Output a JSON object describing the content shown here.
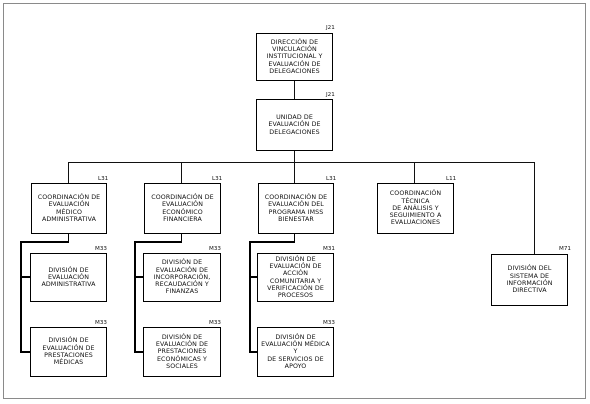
{
  "boxes": {
    "direccion": {
      "code": "J21",
      "label": "DIRECCIÓN DE\nVINCULACIÓN\nINSTITUCIONAL Y\nEVALUACIÓN DE\nDELEGACIONES"
    },
    "unidad": {
      "code": "J21",
      "label": "UNIDAD DE\nEVALUACIÓN DE\nDELEGACIONES"
    },
    "coord_admin": {
      "code": "L31",
      "label": "COORDINACIÓN DE\nEVALUACIÓN MÉDICO\nADMINISTRATIVA"
    },
    "coord_econ": {
      "code": "L31",
      "label": "COORDINACIÓN DE\nEVALUACIÓN\nECONÓMICO FINANCIERA"
    },
    "coord_prog": {
      "code": "L31",
      "label": "COORDINACIÓN DE\nEVALUACIÓN DEL\nPROGRAMA IMSS\nBIENESTAR"
    },
    "coord_tec": {
      "code": "L11",
      "label": "COORDINACIÓN\nTÉCNICA\nDE ANÁLISIS Y\nSEGUIMIENTO A\nEVALUACIONES"
    },
    "div_sistema": {
      "code": "M71",
      "label": "DIVISIÓN DEL\nSISTEMA DE\nINFORMACIÓN\nDIRECTIVA"
    },
    "div_eval_admin": {
      "code": "M33",
      "label": "DIVISIÓN DE\nEVALUACIÓN\nADMINISTRATIVA"
    },
    "div_prest_med": {
      "code": "M33",
      "label": "DIVISIÓN DE\nEVALUACIÓN DE\nPRESTACIONES MÉDICAS"
    },
    "div_incorp": {
      "code": "M33",
      "label": "DIVISIÓN DE\nEVALUACIÓN DE\nINCORPORACIÓN,\nRECAUDACIÓN Y\nFINANZAS"
    },
    "div_prest_econ": {
      "code": "M33",
      "label": "DIVISIÓN DE\nEVALUACIÓN DE\nPRESTACIONES\nECONÓMICAS Y SOCIALES"
    },
    "div_accion": {
      "code": "M31",
      "label": "DIVISIÓN DE\nEVALUACIÓN DE ACCIÓN\nCOMUNITARIA Y\nVERIFICACIÓN DE\nPROCESOS"
    },
    "div_medica_serv": {
      "code": "M33",
      "label": "DIVISIÓN DE\nEVALUACIÓN MÉDICA Y\nDE SERVICIOS DE APOYO"
    }
  }
}
